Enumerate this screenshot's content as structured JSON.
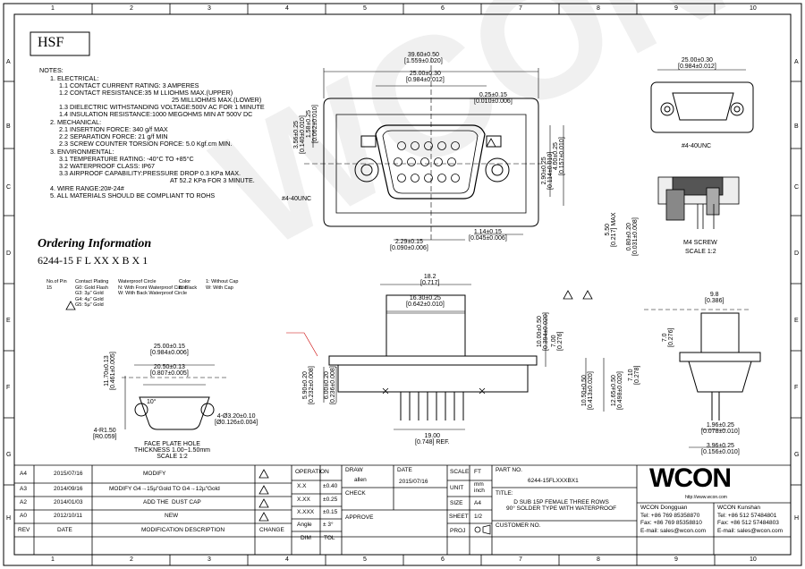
{
  "sheet": {
    "hsf": "HSF",
    "watermark": "WCON",
    "grid_cols": [
      "1",
      "2",
      "3",
      "4",
      "5",
      "6",
      "7",
      "8",
      "9",
      "10"
    ],
    "grid_rows": [
      "A",
      "B",
      "C",
      "D",
      "E",
      "F",
      "G",
      "H"
    ]
  },
  "notes": {
    "title": "NOTES:",
    "lines": [
      "1. ELECTRICAL:",
      "1.1 CONTACT CURRENT RATING: 3 AMPERES",
      "1.2 CONTACT RESISTANCE:35 M LLIOHMS MAX.(UPPER)",
      "25 MILLIOHMS MAX.(LOWER)",
      "1.3 DIELECTRIC WITHSTANDING VOLTAGE:500V AC FOR 1 MINUTE",
      "1.4 INSULATION RESISTANCE:1000 MEGOHMS MIN AT 500V DC",
      "2. MECHANICAL:",
      "2.1 INSERTION FORCE: 340 g/f MAX",
      "2.2 SEPARATION FORCE: 21 g/f MIN",
      "2.3 SCREW COUNTER TORSION FORCE: 5.0 Kgf.cm MIN.",
      "3. ENVIRONMENTAL:",
      "3.1 TEMPERATURE RATING: -40°C TO +85°C",
      "3.2 WATERPROOF CLASS: IP67",
      "3.3 AIRPROOF CAPABILITY:PRESSURE DROP 0.3 KPa MAX.",
      "AT 52.2 KPa FOR 3 MINUTE.",
      "4. WIRE RANGE:20#-24#",
      "5. ALL MATERIALS SHOULD BE COMPLIANT TO ROHS"
    ]
  },
  "ordering": {
    "title": "Ordering Information",
    "code": "6244-15 F L XX X B X 1",
    "no_of_pin": "No.of Pin\n15",
    "plating": "Contact Plating\nG0: Gold Flash\nG3: 3µ\" Gold\nG4: 4µ\" Gold\nG5: 5µ\" Gold",
    "waterproof": "Waterproof Circle\nN: With Front Waterproof Circle\nW: With Back Waterproof Circle",
    "color": "Color\nB: Black",
    "cap": "1: Without Cap\nW: With Cap"
  },
  "dims": {
    "top_width": "39.60±0.50\n[1.559±0.020]",
    "top_inner": "25.00±0.30\n[0.984±0.012]",
    "pin_pitch": "0.25±0.15\n[0.010±0.006]",
    "height_left": "3.56±0.25\n[0.140±0.010]",
    "height_left2": "1.58±0.25\n[0.062±0.010]",
    "shell_h": "4.00±0.25\n[0.157±0.010]",
    "right_h": "2.90±0.25\n[0.114±0.010]",
    "thread_left": "#4-40UNC",
    "dim_229": "2.29±0.15\n[0.090±0.006]",
    "dim_114": "1.14±0.15\n[0.045±0.006]",
    "dim_550": "5.50\n[0.217] MAX",
    "dim_080": "0.80±0.20\n[0.031±0.008]",
    "m_screw": "M4 SCREW",
    "scale_right": "SCALE 1:2",
    "thread_right": "#4-40UNC",
    "side_width": "18.2\n[0.717]",
    "side_inner": "16.30±0.25\n[0.642±0.010]",
    "dim_710": "7.10\n[0.278]",
    "dim_1050": "10.50±0.50\n[0.413±0.020]",
    "dim_1265": "12.65±0.50\n[0.498±0.020]",
    "dim_700": "7.00\n[0.276]",
    "dim_1000": "10.00±0.50\n[0.394±0.020]",
    "dim_600": "6.00±0.20\n[0.236±0.008]",
    "dim_590": "5.90±0.20\n[0.232±0.008]",
    "dim_1900": "19.00\n[0.748] REF.",
    "dim_98": "9.8\n[0.386]",
    "dim_70": "7.0\n[0.276]",
    "dim_196": "1.96±0.25\n[0.078±0.010]",
    "dim_396": "3.96±0.25\n[0.156±0.010]",
    "face_w": "25.00±0.15\n[0.984±0.006]",
    "face_inner": "20.50±0.13\n[0.807±0.005]",
    "face_h": "11.70±0.13\n[0.461±0.005]",
    "angle": "10°",
    "radius": "4-R1.50\n[R0.059]",
    "holes": "4-Ø3.20±0.10\n[Ø0.126±0.004]",
    "face_caption": "FACE PLATE HOLE\nTHICKNESS 1.00~1.50mm\nSCALE 1:2"
  },
  "revisions": [
    {
      "rev": "A4",
      "date": "2015/07/16",
      "desc": "MODIFY"
    },
    {
      "rev": "A3",
      "date": "2014/09/16",
      "desc": "MODIFY G4→15µ\"Gold TO G4→12µ\"Gold"
    },
    {
      "rev": "A2",
      "date": "2014/01/03",
      "desc": "ADD THE  DUST CAP"
    },
    {
      "rev": "A0",
      "date": "2012/10/11",
      "desc": "NEW"
    }
  ],
  "rev_header": {
    "rev": "REV",
    "date": "DATE",
    "desc": "MODIFICATION DESCRIPTION",
    "change": "CHANGE"
  },
  "tolerances": {
    "operation": "OPERATION",
    "rows": [
      {
        "k": "X.X",
        "v": "±0.40"
      },
      {
        "k": "X.XX",
        "v": "±0.25"
      },
      {
        "k": "X.XXX",
        "v": "±0.15"
      },
      {
        "k": "Angle",
        "v": "± 3°"
      }
    ],
    "dim": "DIM",
    "tol": "TOL"
  },
  "titleblock": {
    "draw": "DRAW",
    "drawer": "allen",
    "date_label": "DATE",
    "date": "2015/07/16",
    "check": "CHECK",
    "approve": "APPROVE",
    "scale": "SCALE",
    "scale_val": "FT",
    "unit": "UNIT",
    "unit_val": "mm\ninch",
    "size": "SIZE",
    "size_val": "A4",
    "sheet": "SHEET",
    "sheet_val": "1/2",
    "proj": "PROJ",
    "part_no_label": "PART NO.",
    "part_no": "6244-15FLXXXBX1",
    "title_label": "TITLE:",
    "title": "D SUB 15P FEMALE THREE ROWS\n90° SOLDER TYPE WITH WATERPROOF",
    "customer": "CUSTOMER NO.",
    "logo": "WCON",
    "website": "http://www.wcon.com",
    "dongguan": "WCON Dongguan\nTel: +86 769 85358870\nFax: +86 769 85358810\nE-mail: sales@wcon.com",
    "kunshan": "WCON Kunshan\nTel: +86 512 57484801\nFax: +86 512 57484803\nE-mail: sales@wcon.com"
  }
}
